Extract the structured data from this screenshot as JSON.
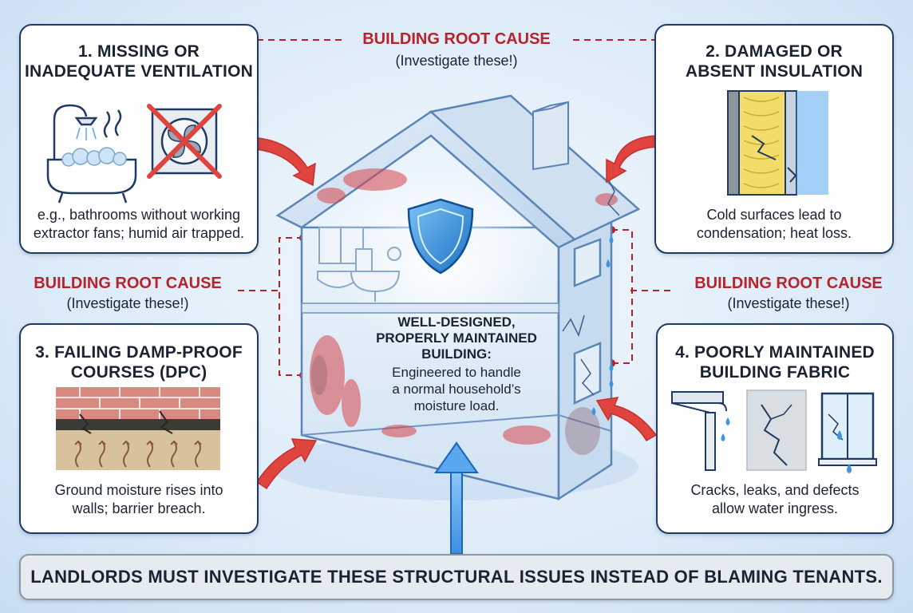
{
  "root_cause": {
    "title": "BUILDING ROOT CAUSE",
    "subtitle": "(Investigate these!)"
  },
  "cards": [
    {
      "title_line1": "1. MISSING OR",
      "title_line2": "INADEQUATE VENTILATION",
      "desc_line1": "e.g., bathrooms without working",
      "desc_line2": "extractor fans; humid air trapped."
    },
    {
      "title_line1": "2. DAMAGED OR",
      "title_line2": "ABSENT INSULATION",
      "desc_line1": "Cold surfaces lead to",
      "desc_line2": "condensation; heat loss."
    },
    {
      "title_line1": "3. FAILING DAMP-PROOF",
      "title_line2": "COURSES (DPC)",
      "desc_line1": "Ground moisture rises into",
      "desc_line2": "walls; barrier breach."
    },
    {
      "title_line1": "4. POORLY MAINTAINED",
      "title_line2": "BUILDING FABRIC",
      "desc_line1": "Cracks, leaks, and defects",
      "desc_line2": "allow water ingress."
    }
  ],
  "center": {
    "title_line1": "WELL-DESIGNED,",
    "title_line2": "PROPERLY MAINTAINED",
    "title_line3": "BUILDING:",
    "desc_line1": "Engineered to handle",
    "desc_line2": "a normal household’s",
    "desc_line3": "moisture load."
  },
  "banner": {
    "text": "LANDLORDS MUST INVESTIGATE THESE STRUCTURAL ISSUES INSTEAD OF BLAMING TENANTS."
  },
  "icons": {
    "card1": [
      "bathtub-shower-icon",
      "crossed-out-fan-icon"
    ],
    "card2": [
      "insulation-wall-section-icon"
    ],
    "card3": [
      "brick-wall-rising-damp-icon"
    ],
    "card4": [
      "leaking-gutter-icon",
      "cracked-wall-icon",
      "broken-window-icon"
    ],
    "center": "shield-icon"
  },
  "colors": {
    "root_cause_red": "#b8232b",
    "card_border": "#1f3b63",
    "arrow_red": "#e0443e",
    "arrow_blue": "#3d8fe0",
    "banner_bg": "#e6ebf0"
  }
}
